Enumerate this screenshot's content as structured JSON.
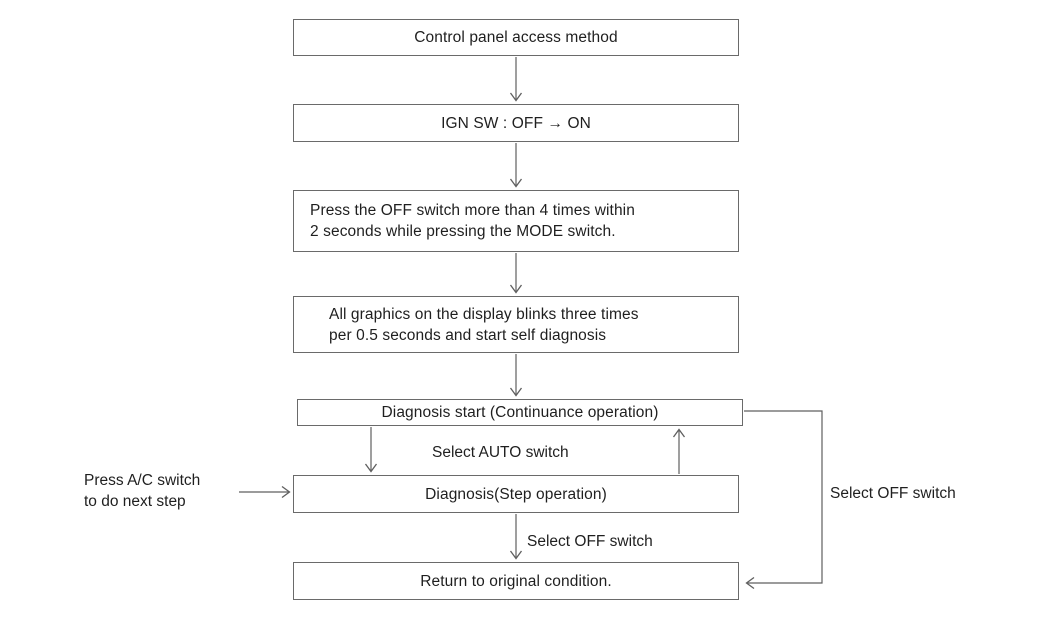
{
  "flowchart": {
    "boxes": [
      {
        "name": "control-panel-access-method",
        "lines": [
          "Control panel access method"
        ]
      },
      {
        "name": "ign-sw-off-on",
        "lines": [
          "IGN SW : OFF → ON"
        ]
      },
      {
        "name": "press-off-switch-instruction",
        "lines": [
          "Press the OFF switch more than 4 times within",
          "2 seconds while pressing the MODE switch."
        ]
      },
      {
        "name": "graphics-blink-self-diagnosis",
        "lines": [
          "All graphics on the display blinks three times",
          "per 0.5 seconds and start self diagnosis"
        ]
      },
      {
        "name": "diagnosis-start-continuance",
        "lines": [
          "Diagnosis start (Continuance operation)"
        ]
      },
      {
        "name": "diagnosis-step-operation",
        "lines": [
          "Diagnosis(Step operation)"
        ]
      },
      {
        "name": "return-to-original-condition",
        "lines": [
          "Return to original condition."
        ]
      }
    ],
    "edge_labels": {
      "select_auto": "Select AUTO switch",
      "select_off_step_to_return": "Select OFF switch",
      "select_off_start_to_return": "Select OFF switch",
      "press_ac_line1": "Press A/C switch",
      "press_ac_line2": "to do next step"
    },
    "colors": {
      "line": "#5f5f5f",
      "box_border": "#6a6a6a",
      "text": "#1f1f1f",
      "background": "#ffffff"
    }
  }
}
